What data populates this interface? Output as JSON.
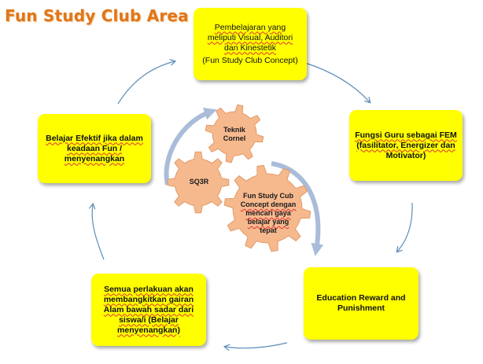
{
  "title": "Fun Study Club Area",
  "boxes": {
    "top": {
      "line1": "Pembelajaran yang",
      "line2": "meliputi Visual, Auditori",
      "line3": "dan Kinestetik",
      "line4": "(Fun Study Club Concept)"
    },
    "right": {
      "line1": "Fungsi Guru sebagai FEM",
      "line2": "(fasilitator, Energizer dan",
      "line3": "Motivator)"
    },
    "bottom_right": {
      "line1": "Education Reward and",
      "line2": "Punishment"
    },
    "bottom_left": {
      "line1": "Semua perlakuan akan",
      "line2": "membangkitkan gairan",
      "line3": "Alam bawah sadar dari",
      "line4": "siswa/i (Belajar",
      "line5": "menyenangkan)"
    },
    "left": {
      "line1": "Belajar Efektif  jika dalam",
      "line2": "keadaan Fun /",
      "line3": "menyenangkan"
    }
  },
  "gears": {
    "teknik": {
      "line1": "Teknik",
      "line2": "Cornel"
    },
    "sq3r": {
      "line1": "SQ3R"
    },
    "concept": {
      "line1": "Fun Study Cub",
      "line2": "Concept dengan",
      "line3": "mencari gaya",
      "line4": "belajar yang",
      "line5": "tepat"
    }
  },
  "colors": {
    "box_fill": "#ffff00",
    "gear_fill": "#f6b98e",
    "gear_stroke": "#e29a66",
    "cycle_arrow": "#5b8db8",
    "center_arrow": "#a9bcd9",
    "title": "#e0761a"
  }
}
